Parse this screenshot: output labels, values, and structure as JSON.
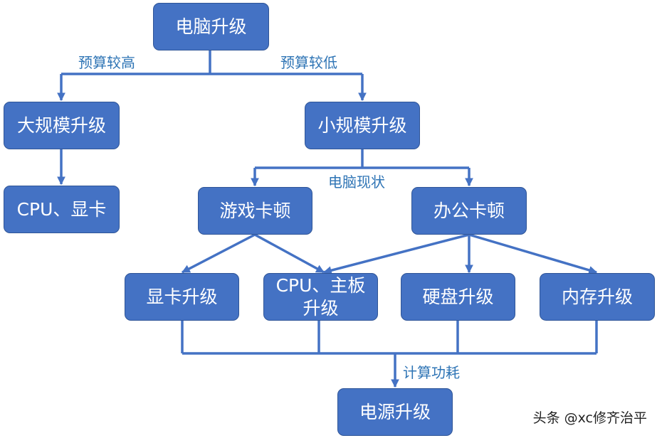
{
  "nodes": {
    "root": "电脑升级",
    "large_upgrade": "大规模升级",
    "large_items": "CPU、显卡",
    "small_upgrade": "小规模升级",
    "game_lag": "游戏卡顿",
    "office_lag": "办公卡顿",
    "gpu_upgrade": "显卡升级",
    "cpu_board_line1": "CPU、主板",
    "cpu_board_line2": "升级",
    "disk_upgrade": "硬盘升级",
    "memory_upgrade": "内存升级",
    "psu_upgrade": "电源升级"
  },
  "edge_labels": {
    "high_budget": "预算较高",
    "low_budget": "预算较低",
    "status": "电脑现状",
    "power": "计算功耗"
  },
  "watermark": "头条 @xc修齐治平",
  "colors": {
    "node_fill": "#4472c4",
    "node_border": "#2f5597",
    "connector": "#4472c4",
    "label_text": "#2e74b5"
  }
}
